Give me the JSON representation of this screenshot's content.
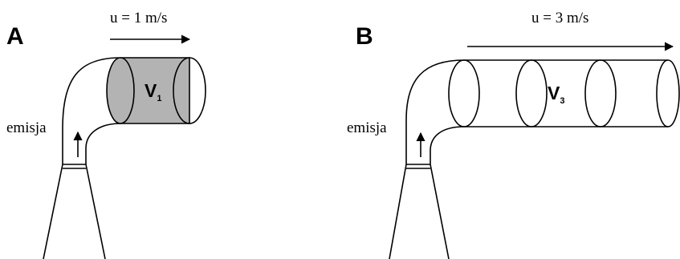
{
  "panels": [
    {
      "label": "A",
      "speed_label": "u = 1 m/s",
      "emission_label": "emisja",
      "volume_label": "V",
      "volume_subscript": "1",
      "volume_fill": "#b3b3b3"
    },
    {
      "label": "B",
      "speed_label": "u = 3 m/s",
      "emission_label": "emisja",
      "volume_label": "V",
      "volume_subscript": "3",
      "volume_fill": "#ffffff"
    }
  ]
}
